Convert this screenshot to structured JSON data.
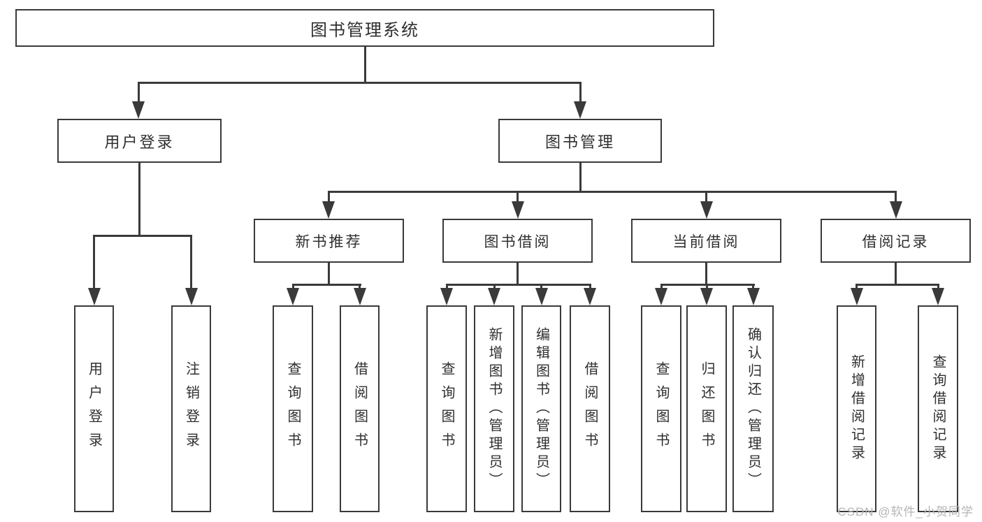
{
  "diagram_title": "图书管理系统",
  "nodes": {
    "root": {
      "label": "图书管理系统"
    },
    "user_login": {
      "label": "用户登录"
    },
    "book_mgmt": {
      "label": "图书管理"
    },
    "new_book_rec": {
      "label": "新书推荐"
    },
    "book_borrow": {
      "label": "图书借阅"
    },
    "current_borrow": {
      "label": "当前借阅"
    },
    "borrow_records": {
      "label": "借阅记录"
    },
    "leaf_user_login": {
      "label": "用户登录"
    },
    "leaf_logout": {
      "label": "注销登录"
    },
    "nbr_query": {
      "label": "查询图书"
    },
    "nbr_borrow": {
      "label": "借阅图书"
    },
    "bb_query": {
      "label": "查询图书"
    },
    "bb_add": {
      "label": "新增图书（管理员）"
    },
    "bb_edit": {
      "label": "编辑图书（管理员）"
    },
    "bb_borrow": {
      "label": "借阅图书"
    },
    "cb_query": {
      "label": "查询图书"
    },
    "cb_return": {
      "label": "归还图书"
    },
    "cb_confirm": {
      "label": "确认归还（管理员）"
    },
    "br_add": {
      "label": "新增借阅记录"
    },
    "br_query": {
      "label": "查询借阅记录"
    }
  },
  "hierarchy": {
    "图书管理系统": {
      "用户登录": [
        "用户登录",
        "注销登录"
      ],
      "图书管理": {
        "新书推荐": [
          "查询图书",
          "借阅图书"
        ],
        "图书借阅": [
          "查询图书",
          "新增图书（管理员）",
          "编辑图书（管理员）",
          "借阅图书"
        ],
        "当前借阅": [
          "查询图书",
          "归还图书",
          "确认归还（管理员）"
        ],
        "借阅记录": [
          "新增借阅记录",
          "查询借阅记录"
        ]
      }
    }
  },
  "watermark": {
    "text": "CSDN @软件_小贺同学"
  },
  "colors": {
    "line": "#3a3a3a",
    "text": "#2f2f2f",
    "watermark": "#b5b5b5",
    "background": "#ffffff"
  }
}
